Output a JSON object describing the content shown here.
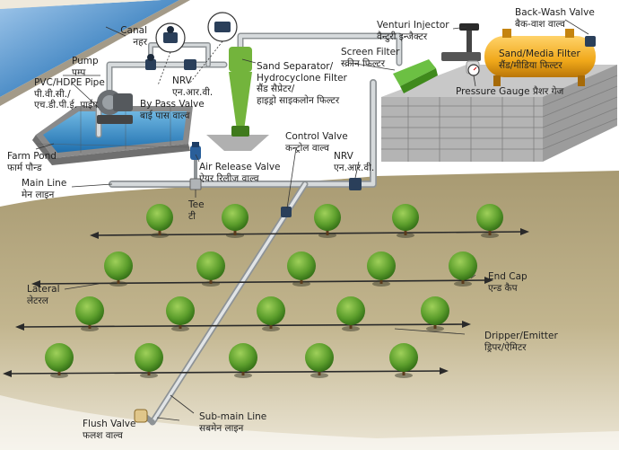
{
  "labels": {
    "canal": {
      "en": "Canal",
      "hi": "नहर"
    },
    "pump": {
      "en": "Pump",
      "hi": "पम्प"
    },
    "pipe": {
      "en": "PVC/HDPE Pipe",
      "hi1": "पी.वी.सी./",
      "hi2": "एच.डी.पी.ई. पाईप"
    },
    "bypass": {
      "en": "By Pass Valve",
      "hi": "बाई पास वाल्व"
    },
    "nrv1": {
      "en": "NRV",
      "hi": "एन.आर.वी."
    },
    "sand_sep": {
      "en1": "Sand Separator/",
      "en2": "Hydrocyclone Filter",
      "hi1": "सैंड सैप्रेटर/",
      "hi2": "हाइड्रो साइकलोन फिल्टर"
    },
    "venturi": {
      "en": "Venturi Injector",
      "hi": "वैन्टुरी इन्जैक्टर"
    },
    "backwash": {
      "en": "Back-Wash Valve",
      "hi": "बैक-वाश वाल्व"
    },
    "screen": {
      "en": "Screen Filter",
      "hi": "स्क्रीन फिल्टर"
    },
    "sand_filter": {
      "en": "Sand/Media Filter",
      "hi": "सैंड/मीडिया फिल्टर"
    },
    "gauge": {
      "en": "Pressure Gauge",
      "hi": "प्रैशर गेज"
    },
    "farm_pond": {
      "en": "Farm Pond",
      "hi": "फार्म पौन्ड"
    },
    "air_release": {
      "en": "Air Release Valve",
      "hi": "ऐयर रिलीज वाल्व"
    },
    "control": {
      "en": "Control Valve",
      "hi": "कन्ट्रोल वाल्व"
    },
    "nrv2": {
      "en": "NRV",
      "hi": "एन.आर.वी."
    },
    "main_line": {
      "en": "Main Line",
      "hi": "मेन लाइन"
    },
    "tee": {
      "en": "Tee",
      "hi": "टी"
    },
    "lateral": {
      "en": "Lateral",
      "hi": "लेटरल"
    },
    "end_cap": {
      "en": "End Cap",
      "hi": "एन्ड कैप"
    },
    "dripper": {
      "en": "Dripper/Emitter",
      "hi": "ड्रिपर/ऐमिटर"
    },
    "flush": {
      "en": "Flush Valve",
      "hi": "फलश वाल्व"
    },
    "submain": {
      "en": "Sub-main Line",
      "hi": "सबमेन लाइन"
    }
  },
  "colors": {
    "field": "#b8aa82",
    "pipe": "#c9cdd0",
    "filter_yellow": "#f0a81a",
    "hydrocyclone_green": "#73b43c",
    "screen_green": "#6cc043",
    "wall": "#b9b9b9",
    "water": "#2f8dc8",
    "tree": "#5c9e2c",
    "valve": "#2a3f5a"
  }
}
